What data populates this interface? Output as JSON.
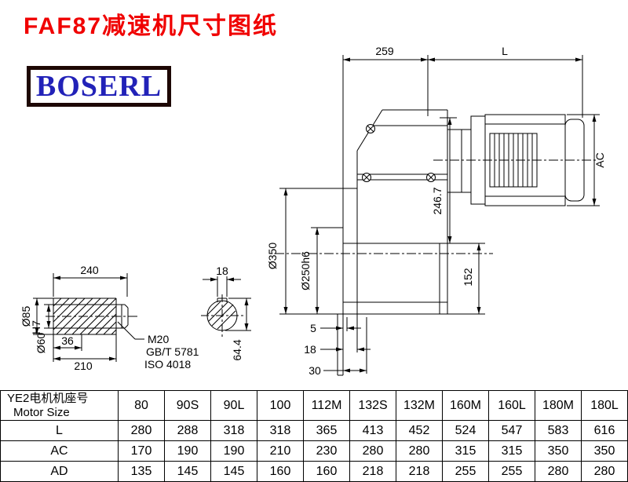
{
  "page": {
    "title": "FAF87减速机尺寸图纸",
    "logo": "BOSERL"
  },
  "main_view": {
    "dim_259": "259",
    "dim_l": "L",
    "dim_ac": "AC",
    "dim_d350": "Ø350",
    "dim_d250": "Ø250h6",
    "dim_246_7": "246.7",
    "dim_152": "152",
    "dim_5": "5",
    "dim_18": "18",
    "dim_30": "30"
  },
  "shaft_view": {
    "dim_240": "240",
    "dim_d85": "Ø85",
    "dim_d60": "Ø60",
    "dim_d60_tol": "H7",
    "dim_36": "36",
    "dim_210": "210",
    "thread": "M20",
    "standard1": "GB/T 5781",
    "standard2": "ISO 4018"
  },
  "keyway_view": {
    "dim_width": "18",
    "dim_64_4": "64.4"
  },
  "table": {
    "header_line1": "YE2电机机座号",
    "header_line2": "Motor Size",
    "sizes": [
      "80",
      "90S",
      "90L",
      "100",
      "112M",
      "132S",
      "132M",
      "160M",
      "160L",
      "180M",
      "180L"
    ],
    "rows": [
      {
        "label": "L",
        "values": [
          "280",
          "288",
          "318",
          "318",
          "365",
          "413",
          "452",
          "524",
          "547",
          "583",
          "616"
        ]
      },
      {
        "label": "AC",
        "values": [
          "170",
          "190",
          "190",
          "210",
          "230",
          "280",
          "280",
          "315",
          "315",
          "350",
          "350"
        ]
      },
      {
        "label": "AD",
        "values": [
          "135",
          "145",
          "145",
          "160",
          "160",
          "218",
          "218",
          "255",
          "255",
          "280",
          "280"
        ]
      }
    ]
  }
}
